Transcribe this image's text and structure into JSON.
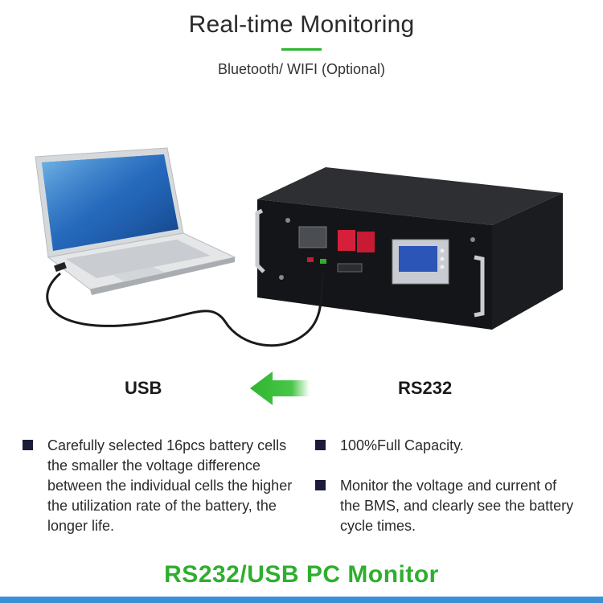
{
  "header": {
    "title": "Real-time Monitoring",
    "subtitle": "Bluetooth/ WIFI (Optional)"
  },
  "labels": {
    "usb": "USB",
    "rs232": "RS232"
  },
  "bullets": [
    "Carefully selected 16pcs battery cells the smaller the voltage difference between the individual cells the higher the utilization rate of the battery, the longer life.",
    "100%Full Capacity.",
    "Monitor the voltage and current of the BMS, and clearly see the battery cycle times."
  ],
  "footer": {
    "title": "RS232/USB PC Monitor"
  },
  "colors": {
    "accent": "#2fae2f",
    "bottom_bar": "#3a8fd6"
  }
}
